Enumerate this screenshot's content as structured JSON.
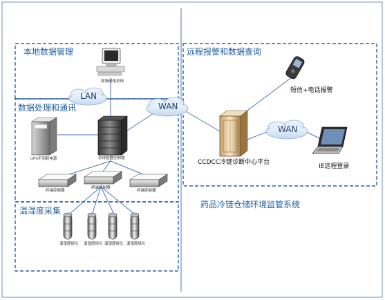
{
  "sections": {
    "local_mgmt": "本地数据管理",
    "processing": "数据处理和通讯",
    "collection": "温湿度采集",
    "remote": "远程报警和数据查询"
  },
  "clouds": {
    "lan": "LAN",
    "wan_center": "WAN",
    "wan_right": "WAN"
  },
  "devices": {
    "pc_label": "现场网络总线",
    "ups_label": "UPS不间断电源",
    "server_label": "总线管理控制器",
    "ctrl_label": "终端控制器",
    "sensor_label": "温湿度探头",
    "center_label": "CCDCC冷链诊断中心平台",
    "phone_label": "短信+电话报警",
    "laptop_label": "IE远程登录"
  },
  "system_title": "药品冷链仓储环境监管系统",
  "colors": {
    "border": "#1f5fa8",
    "text_accent": "#1f5fa8",
    "cloud": "#dbe8f7"
  }
}
